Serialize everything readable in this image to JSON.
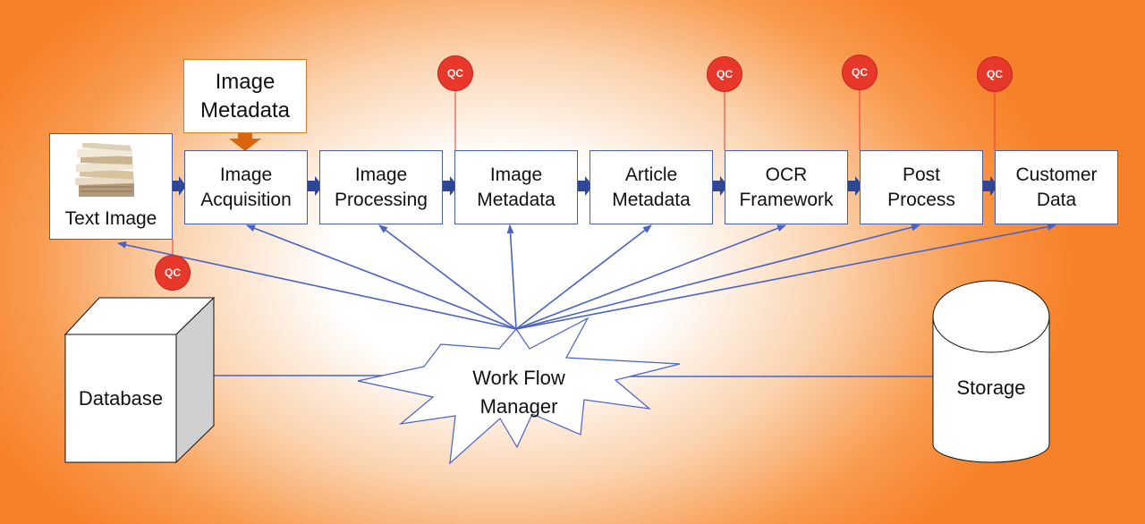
{
  "flow": {
    "text_image": "Text Image",
    "metadata_input": [
      "Image",
      "Metadata"
    ],
    "steps": [
      [
        "Image",
        "Acquisition"
      ],
      [
        "Image",
        "Processing"
      ],
      [
        "Image",
        "Metadata"
      ],
      [
        "Article",
        "Metadata"
      ],
      [
        "OCR",
        "Framework"
      ],
      [
        "Post",
        "Process"
      ],
      [
        "Customer",
        "Data"
      ]
    ]
  },
  "qc_label": "QC",
  "workflow_manager": [
    "Work Flow",
    "Manager"
  ],
  "database_label": "Database",
  "storage_label": "Storage",
  "colors": {
    "box_border": "#4a5fa8",
    "connector": "#4a62c4",
    "qc": "#e8382b",
    "metadata_arrow": "#d9650e",
    "flow_arrow": "#2f4596"
  }
}
